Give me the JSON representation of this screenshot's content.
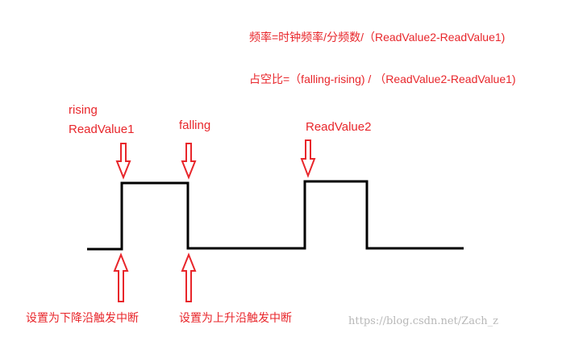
{
  "formulas": {
    "frequency": "频率=时钟频率/分频数/（ReadValue2-ReadValue1)",
    "duty_cycle": "占空比=（falling-rising) / （ReadValue2-ReadValue1)"
  },
  "labels": {
    "rising": "rising",
    "read_value1": "ReadValue1",
    "falling": "falling",
    "read_value2": "ReadValue2"
  },
  "captions": {
    "falling_edge_interrupt": "设置为下降沿触发中断",
    "rising_edge_interrupt": "设置为上升沿触发中断"
  },
  "watermark": "https://blog.csdn.net/Zach_z",
  "colors": {
    "annotation": "#e8262b",
    "waveform": "#000000",
    "watermark": "#b8b8b8"
  }
}
